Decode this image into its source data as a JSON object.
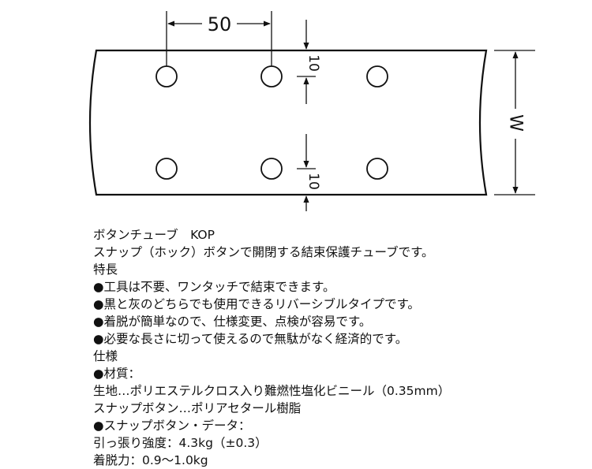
{
  "drawing": {
    "pitch_label": "50",
    "edge_offset_top_label": "10",
    "edge_offset_bottom_label": "10",
    "width_label": "W"
  },
  "spec": {
    "title": "ボタンチューブ　KOP",
    "description": "スナップ（ホック）ボタンで開閉する結束保護チューブです。",
    "features_heading": "特長",
    "features": [
      "●工具は不要、ワンタッチで結束できます。",
      "●黒と灰のどちらでも使用できるリバーシブルタイプです。",
      "●着脱が簡単なので、仕様変更、点検が容易です。",
      "●必要な長さに切って使えるので無駄がなく経済的です。"
    ],
    "specs_heading": "仕様",
    "material_heading": "●材質：",
    "material_base": "生地…ポリエステルクロス入り難燃性塩化ビニール（0.35mm）",
    "material_button": "スナップボタン…ポリアセタール樹脂",
    "button_data_heading": "●スナップボタン・データ：",
    "tensile_strength": "引っ張り強度：4.3kg（±0.3）",
    "detach_force": "着脱力：0.9～1.0kg"
  }
}
